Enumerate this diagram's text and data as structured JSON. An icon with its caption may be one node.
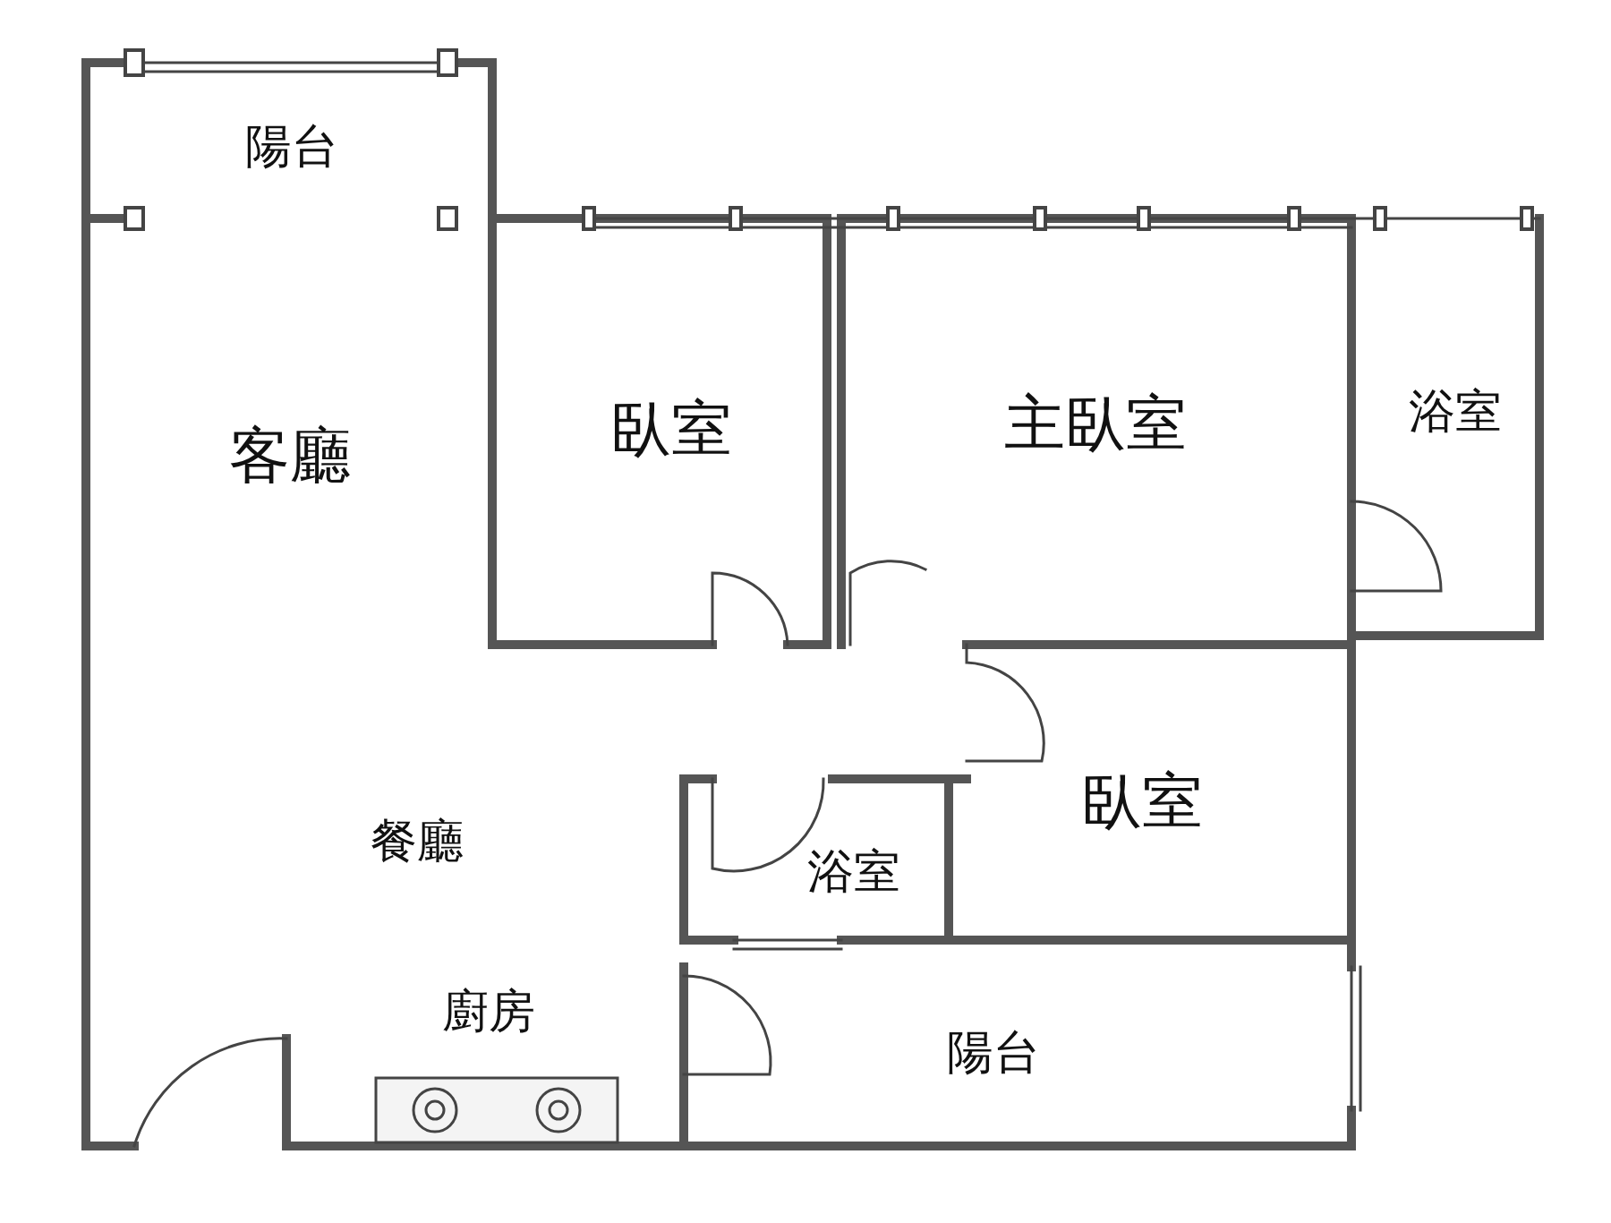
{
  "diagram": {
    "labels": [
      "陽台",
      "客廳",
      "臥室",
      "主臥室",
      "浴室",
      "臥室",
      "餐廳",
      "浴室",
      "廚房",
      "陽台"
    ]
  }
}
